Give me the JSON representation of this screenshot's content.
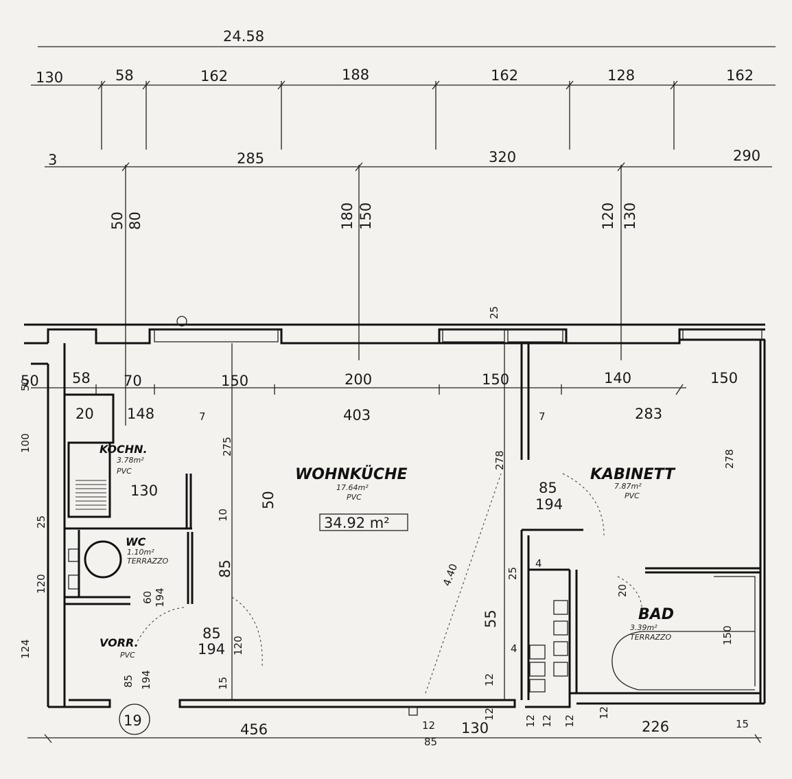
{
  "dimensions": {
    "overall_top": "24.58",
    "row1": [
      "130",
      "58",
      "162",
      "188",
      "162",
      "128",
      "162"
    ],
    "row2": [
      "3",
      "285",
      "320",
      "290"
    ],
    "vertical_pairs": [
      [
        "50",
        "80"
      ],
      [
        "180",
        "150"
      ],
      [
        "120",
        "130"
      ]
    ],
    "interior_top": [
      "50",
      "58",
      "70",
      "150",
      "200",
      "150",
      "140",
      "150"
    ],
    "room_widths": [
      "20",
      "148",
      "403",
      "283"
    ],
    "misc": [
      "7",
      "7",
      "25",
      "275",
      "278",
      "278",
      "130",
      "85",
      "194",
      "50",
      "10",
      "85",
      "60",
      "194",
      "85",
      "194",
      "120",
      "15",
      "85",
      "194",
      "55",
      "25",
      "4",
      "4",
      "20",
      "150",
      "12",
      "12",
      "12",
      "12",
      "12",
      "12"
    ],
    "bottom": [
      "456",
      "12",
      "130",
      "226",
      "15",
      "85"
    ],
    "left_side": [
      "50",
      "100",
      "25",
      "120",
      "124"
    ]
  },
  "rooms": {
    "kitchen": {
      "name": "KOCHN.",
      "area": "3.78m²",
      "floor": "PVC"
    },
    "living": {
      "name": "WOHNKÜCHE",
      "area": "17.64m²",
      "floor": "PVC"
    },
    "cabinet": {
      "name": "KABINETT",
      "area": "7.87m²",
      "floor": "PVC"
    },
    "wc": {
      "name": "WC",
      "area": "1.10m²",
      "floor": "TERRAZZO"
    },
    "hall": {
      "name": "VORR.",
      "area": "",
      "floor": "PVC"
    },
    "bath": {
      "name": "BAD",
      "area": "3.39m²",
      "floor": "TERRAZZO"
    }
  },
  "total_area": "34.92 m²",
  "diagonal": "4.40",
  "unit_number": "19"
}
